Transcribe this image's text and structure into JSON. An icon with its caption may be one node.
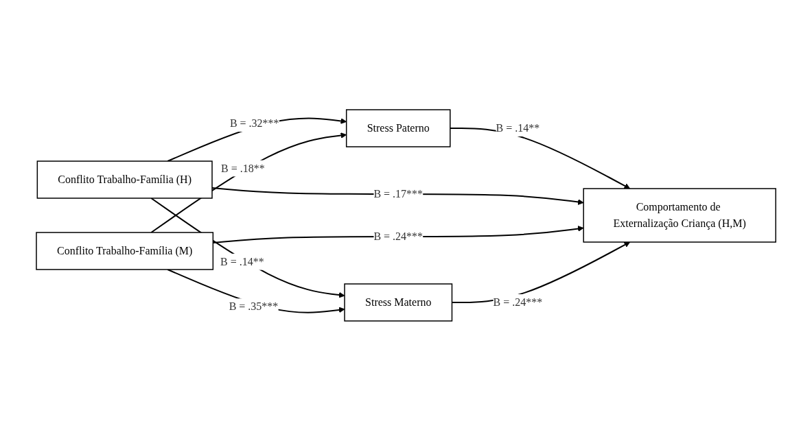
{
  "diagram": {
    "nodes": [
      {
        "text": [
          "Stress Paterno"
        ]
      },
      {
        "text": [
          "Conflito Trabalho-Família (H)"
        ]
      },
      {
        "text": [
          "Conflito Trabalho-Família (M)"
        ]
      },
      {
        "text": [
          "Comportamento de Externalização Criança (H,M)"
        ]
      },
      {
        "text": [
          "Stress Materno"
        ]
      }
    ],
    "edges": [
      {
        "from": 1,
        "to": 0,
        "arrow": "to",
        "label": "B = .32***"
      },
      {
        "from": 2,
        "to": 0,
        "arrow": "to",
        "label": "B = .18**"
      },
      {
        "from": 0,
        "to": 3,
        "arrow": "to",
        "label": "B = .14**"
      },
      {
        "from": 1,
        "to": 3,
        "arrow": "to",
        "label": "B = .17***"
      },
      {
        "from": 2,
        "to": 3,
        "arrow": "to",
        "label": "B = .24***"
      },
      {
        "from": 1,
        "to": 4,
        "arrow": "to",
        "label": "B = .14**"
      },
      {
        "from": 2,
        "to": 4,
        "arrow": "to",
        "label": "B = .35***"
      },
      {
        "from": 4,
        "to": 3,
        "arrow": "to",
        "label": "B = .24***"
      }
    ]
  }
}
